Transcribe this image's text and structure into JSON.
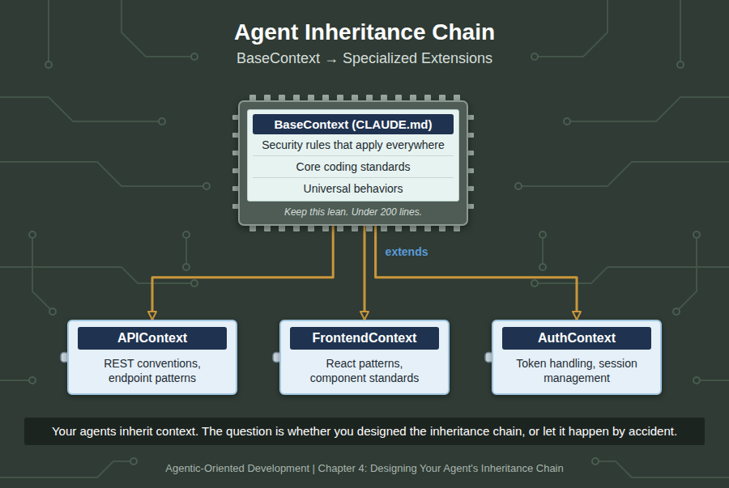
{
  "diagram": {
    "title": "Agent Inheritance Chain",
    "caption": "Agentic-Oriented Development | Chapter 4: Designing Your Agent's Inheritance Chain",
    "nodes": [
      {
        "text": [
          "Keep this lean. Under 200 lines."
        ]
      },
      {
        "text": [
          "BaseContext (CLAUDE.md)",
          "Security rules that apply everywhere",
          "Core coding standards",
          "Universal behaviors"
        ],
        "in": 0
      },
      {
        "text": [
          "APIContext",
          "REST conventions, endpoint patterns"
        ]
      },
      {
        "text": [
          "FrontendContext",
          "React patterns, component standards"
        ]
      },
      {
        "text": [
          "AuthContext",
          "Token handling, session management"
        ]
      },
      {
        "text": [
          "Your agents inherit context. The question is whether you designed the inheritance chain, or let it happen by accident."
        ]
      }
    ],
    "edges": [
      {
        "from": 0,
        "to": 2,
        "arrow": "to"
      },
      {
        "from": 0,
        "to": 3,
        "arrow": "to"
      },
      {
        "from": 0,
        "to": 4,
        "arrow": "to",
        "label": "extends"
      }
    ],
    "labels": [
      "BaseContext → Specialized Extensions"
    ]
  }
}
